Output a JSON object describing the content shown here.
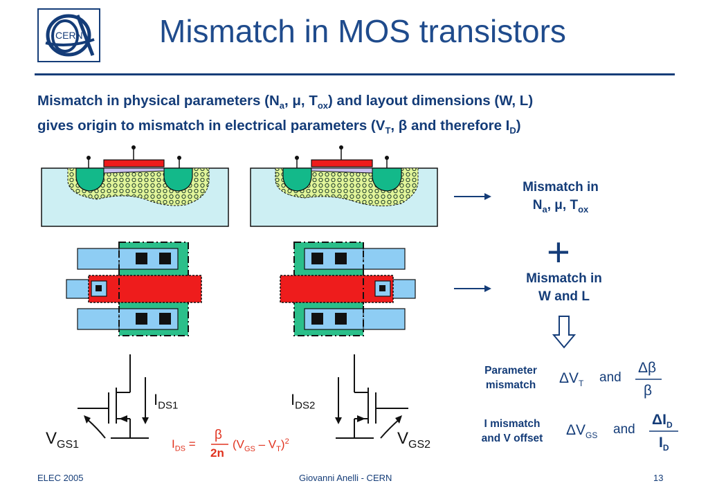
{
  "header": {
    "logo_text": "CERN",
    "title": "Mismatch in MOS transistors"
  },
  "intro": {
    "line1_a": "Mismatch in physical parameters (N",
    "line1_sub_a": "a",
    "line1_b": ", μ, T",
    "line1_sub_ox": "ox",
    "line1_c": ") and layout dimensions (W, L)",
    "line2_a": "gives origin to mismatch in electrical parameters (V",
    "line2_sub_t": "T",
    "line2_b": ", β and therefore I",
    "line2_sub_d": "D",
    "line2_c": ")"
  },
  "right_labels": {
    "mismatch_phys_line1": "Mismatch in",
    "mismatch_phys_n": "N",
    "mismatch_phys_sub_a": "a",
    "mismatch_phys_mid": ", μ, T",
    "mismatch_phys_sub_ox": "ox",
    "plus": "+",
    "mismatch_wl_line1": "Mismatch in",
    "mismatch_wl_line2": "W and L"
  },
  "equations": {
    "param_label_1": "Parameter",
    "param_label_2": "mismatch",
    "delta_vt": "ΔV",
    "delta_vt_sub": "T",
    "and_1": "and",
    "frac1_num": "Δβ",
    "frac1_den": "β",
    "imis_label_1": "I mismatch",
    "imis_label_2": "and V offset",
    "delta_vgs": "ΔV",
    "delta_vgs_sub": "GS",
    "and_2": "and",
    "frac2_num": "ΔI",
    "frac2_num_sub": "D",
    "frac2_den": "I",
    "frac2_den_sub": "D"
  },
  "circuit": {
    "ids1": "I",
    "ids1_sub": "DS1",
    "ids2": "I",
    "ids2_sub": "DS2",
    "vgs1": "V",
    "vgs1_sub": "GS1",
    "vgs2": "V",
    "vgs2_sub": "GS2",
    "formula_ids": "I",
    "formula_ids_sub": "DS",
    "formula_eq": "=",
    "formula_num": "β",
    "formula_den": "2n",
    "formula_paren": "(V",
    "formula_sub_gs": "GS",
    "formula_minus": " – V",
    "formula_sub_t": "T",
    "formula_close": ")",
    "formula_sq": "2"
  },
  "footer": {
    "left": "ELEC 2005",
    "center": "Giovanni Anelli - CERN",
    "page": "13"
  },
  "colors": {
    "navy": "#143c78",
    "title_blue": "#1f4b8c",
    "substrate": "#cdeff3",
    "green_well": "#13b98a",
    "dots_fill": "#e2f59a",
    "gate_red": "#ee1c1c",
    "active_green": "#2bbf8a",
    "metal_blue": "#8ecdf4",
    "formula_red": "#e0321e"
  }
}
